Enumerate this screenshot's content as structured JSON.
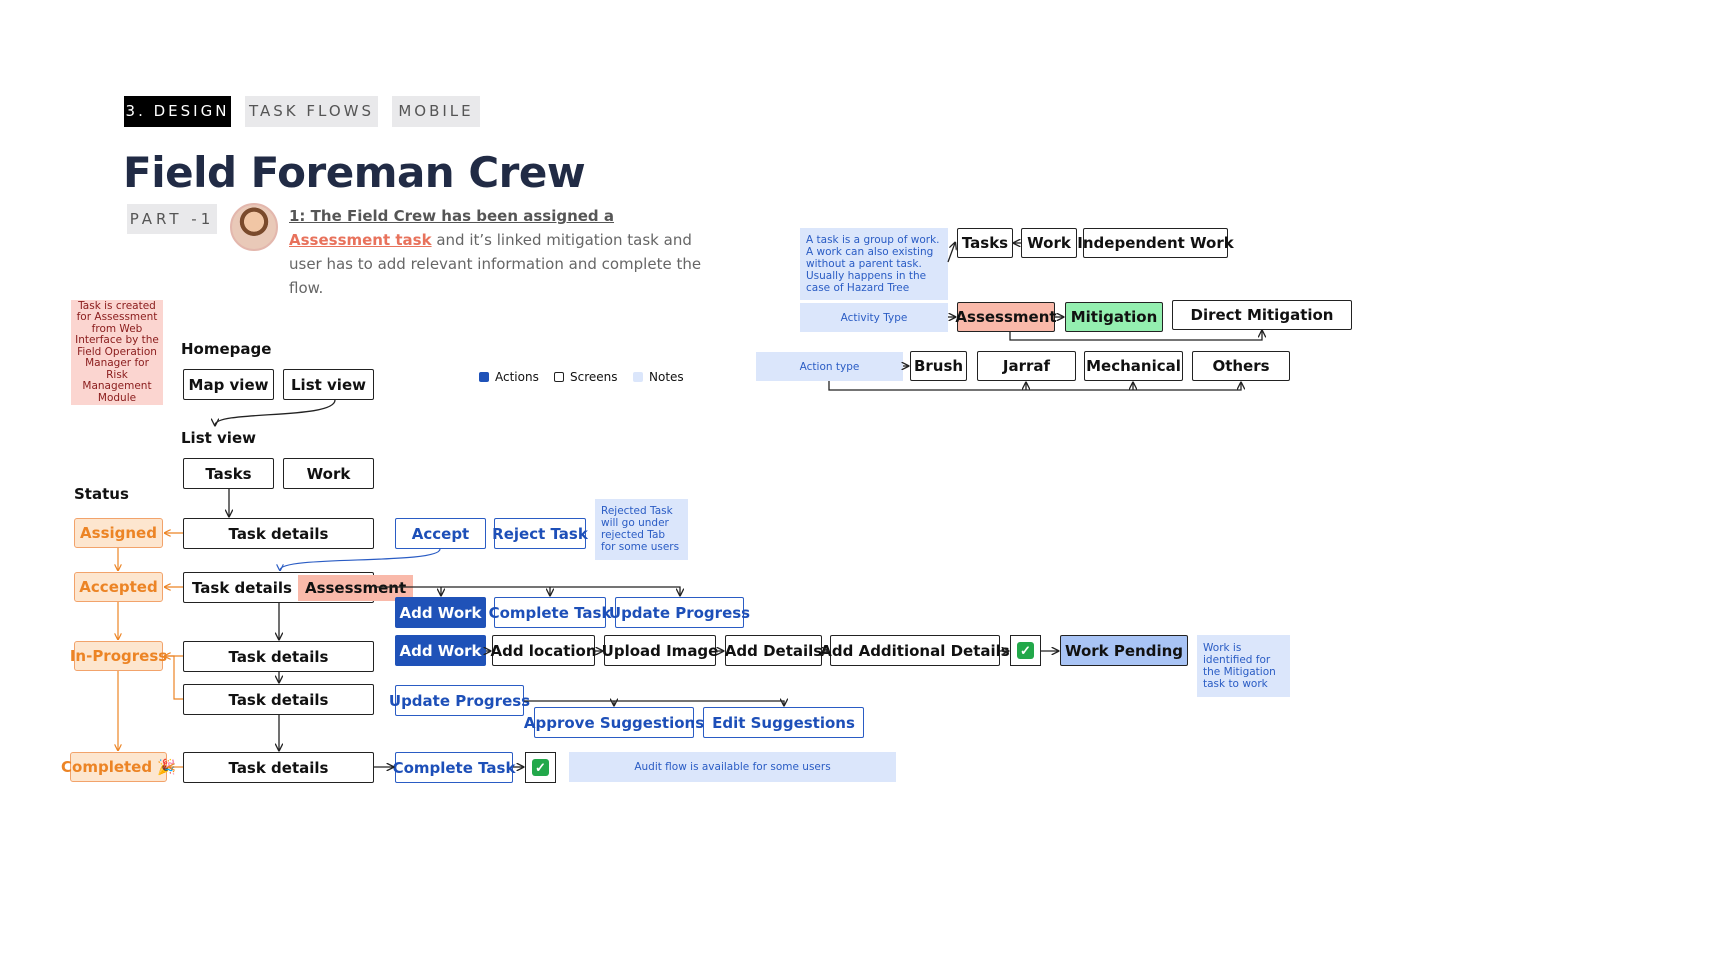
{
  "header": {
    "tags": [
      "3. DESIGN",
      "TASK FLOWS",
      "MOBILE"
    ],
    "title": "Field Foreman Crew",
    "part": "PART -1",
    "desc_lead": "1: The Field Crew has been assigned a ",
    "desc_link": "Assessment task",
    "desc_rest": " and it’s linked mitigation task and user has to add relevant information and complete the flow."
  },
  "legend": {
    "actions": "Actions",
    "screens": "Screens",
    "notes": "Notes",
    "colors": {
      "actions": "#1f52b8",
      "notes": "#dbe6fb"
    }
  },
  "red_note": "Task is created for Assessment from Web Interface by the Field Operation Manager for Risk Management Module",
  "homepage": {
    "label": "Homepage",
    "map_view": "Map view",
    "list_view": "List view"
  },
  "list_view": {
    "label": "List view",
    "tasks": "Tasks",
    "work": "Work"
  },
  "status": {
    "label": "Status",
    "assigned": "Assigned",
    "accepted": "Accepted",
    "in_progress": "In-Progress",
    "completed": "Completed 🎉"
  },
  "task_details": "Task details",
  "assessment": "Assessment",
  "actions": {
    "accept": "Accept",
    "reject": "Reject Task",
    "add_work": "Add Work",
    "complete_task": "Complete Task",
    "update_progress": "Update Progress",
    "add_location": "Add location",
    "upload_image": "Upload Image",
    "add_details": "Add Details",
    "add_additional_details": "Add Additional Details",
    "work_pending": "Work Pending",
    "approve_suggestions": "Approve Suggestions",
    "edit_suggestions": "Edit Suggestions"
  },
  "notes": {
    "rejected": "Rejected Task will go under rejected Tab for some users",
    "work_identified": "Work is identified for the Mitigation task to work",
    "audit": "Audit flow is available for some users",
    "task_group": "A task is a group of work. A work can also existing without a parent task. Usually happens in the case of Hazard Tree",
    "activity_type": "Activity Type",
    "action_type": "Action type"
  },
  "taxonomy": {
    "tasks": "Tasks",
    "work": "Work",
    "independent_work": "Independent Work",
    "assessment": "Assessment",
    "mitigation": "Mitigation",
    "direct_mitigation": "Direct Mitigation",
    "brush": "Brush",
    "jarraf": "Jarraf",
    "mechanical": "Mechanical",
    "others": "Others"
  }
}
